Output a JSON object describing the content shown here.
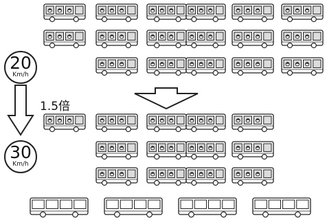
{
  "speed_before": {
    "value": "20",
    "unit": "Km/h"
  },
  "speed_after": {
    "value": "30",
    "unit": "Km/h"
  },
  "multiplier_label": "1.5倍",
  "colors": {
    "ink": "#222222",
    "glass": "#dcdcdc",
    "paper": "#ffffff"
  }
}
